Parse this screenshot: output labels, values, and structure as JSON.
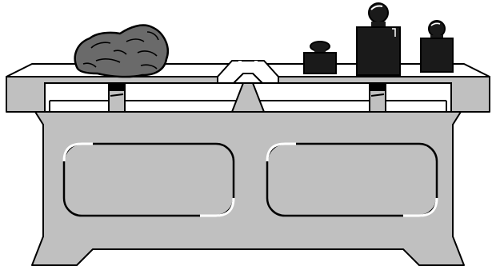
{
  "figure": {
    "subject": "pan-balance-scale",
    "left_pan_load": "rock",
    "right_pan_load": [
      "weight-small",
      "weight-large",
      "weight-medium"
    ]
  },
  "colors": {
    "outline": "#000000",
    "body_fill": "#c0c0c0",
    "pan_fill": "#ffffff",
    "rock_fill": "#6a6a6a",
    "weight_fill": "#1a1a1a",
    "window_highlight": "#ffffff"
  }
}
